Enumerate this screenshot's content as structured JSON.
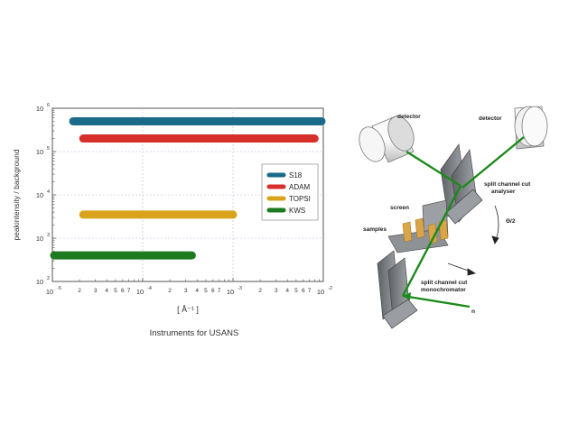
{
  "chart_data": {
    "type": "range-bar",
    "xscale": "log",
    "yscale": "log",
    "xlim": [
      1e-05,
      0.01
    ],
    "ylim": [
      100.0,
      1000000.0
    ],
    "xlabel_main": "[ Å⁻¹ ]",
    "xlabel_caption": "Instruments for USANS",
    "ylabel": "peakintensity / background",
    "grid": true,
    "legend_position": "right",
    "x_major_ticks": [
      {
        "value": 1e-05,
        "base": "10",
        "exp": "-5"
      },
      {
        "value": 0.0001,
        "base": "10",
        "exp": "-4"
      },
      {
        "value": 0.001,
        "base": "10",
        "exp": "-3"
      },
      {
        "value": 0.01,
        "base": "10",
        "exp": "-2"
      }
    ],
    "x_minor_tick_labels": [
      "2",
      "3",
      "4",
      "5",
      "6",
      "7"
    ],
    "y_major_ticks": [
      {
        "value": 100.0,
        "base": "10",
        "exp": "2"
      },
      {
        "value": 1000.0,
        "base": "10",
        "exp": "3"
      },
      {
        "value": 10000.0,
        "base": "10",
        "exp": "4"
      },
      {
        "value": 100000.0,
        "base": "10",
        "exp": "5"
      },
      {
        "value": 1000000.0,
        "base": "10",
        "exp": "6"
      }
    ],
    "series": [
      {
        "name": "S18",
        "color": "#1a6a8a",
        "x_start": 1.7e-05,
        "x_end": 0.01,
        "y": 500000.0
      },
      {
        "name": "ADAM",
        "color": "#d7302a",
        "x_start": 2.2e-05,
        "x_end": 0.008,
        "y": 200000.0
      },
      {
        "name": "TOPSI",
        "color": "#d9a31c",
        "x_start": 2.2e-05,
        "x_end": 0.001,
        "y": 3500.0
      },
      {
        "name": "KWS",
        "color": "#1e7a1e",
        "x_start": 1e-05,
        "x_end": 0.00035,
        "y": 400.0
      }
    ]
  },
  "diagram": {
    "labels": {
      "detector_left": "detector",
      "detector_right": "detector",
      "analyser_1": "split channel cut",
      "analyser_2": "analyser",
      "screen": "screen",
      "samples": "samples",
      "angle": "Θ/2",
      "mono_1": "split channel cut",
      "mono_2": "monochromator",
      "neutron": "n"
    },
    "colors": {
      "beam": "#1a8a1a",
      "crystal": "#7d8085",
      "sample": "#d9a548"
    }
  }
}
